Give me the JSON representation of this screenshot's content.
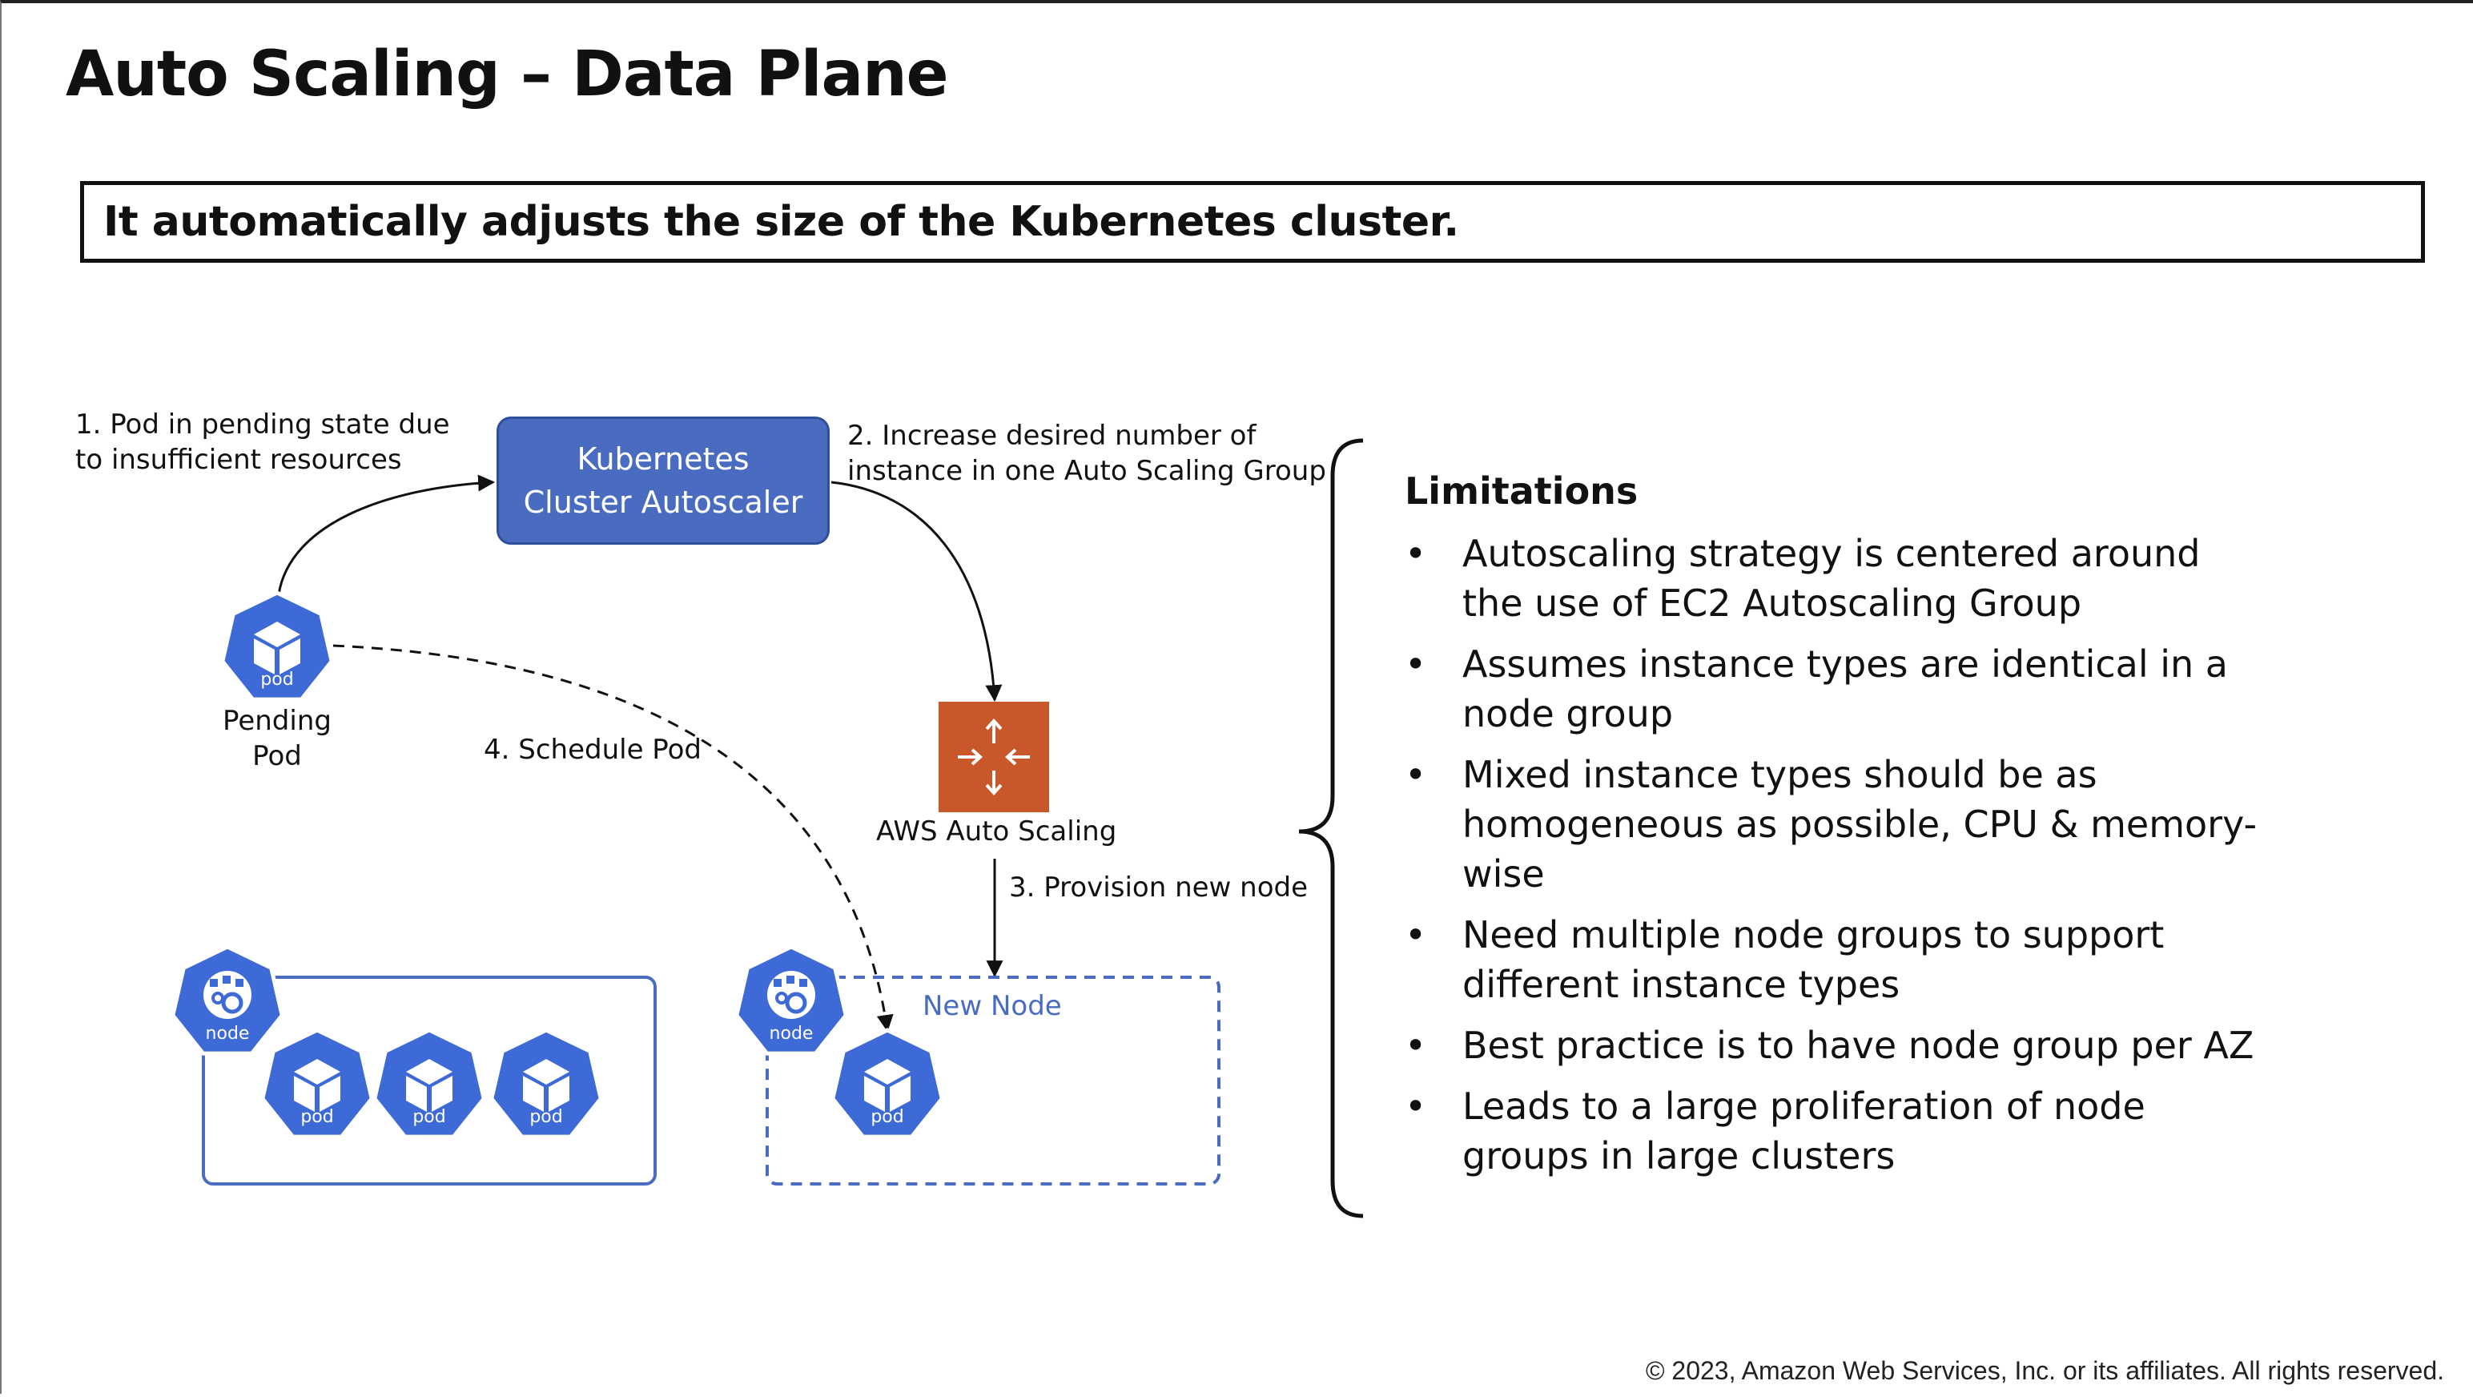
{
  "title": "Auto Scaling – Data Plane",
  "banner": "It automatically adjusts the size of the Kubernetes cluster.",
  "diagram": {
    "step1_line1": "1. Pod in pending state due",
    "step1_line2": "to insufficient resources",
    "autoscaler_line1": "Kubernetes",
    "autoscaler_line2": "Cluster Autoscaler",
    "step2_line1": "2. Increase desired number of",
    "step2_line2": "instance in one Auto Scaling Group",
    "pending_pod_line1": "Pending",
    "pending_pod_line2": "Pod",
    "step4": "4. Schedule Pod",
    "asg_label": "AWS Auto Scaling",
    "step3": "3. Provision new node",
    "new_node": "New Node",
    "node_label": "node",
    "pod_label": "pod",
    "icons": {
      "pod": "kubernetes-pod-heptagon",
      "node": "kubernetes-node-heptagon",
      "asg": "aws-auto-scaling-arrows"
    },
    "colors": {
      "k8s_blue": "#3d6ad6",
      "autoscaler_fill": "#4a6cc0",
      "asg_orange": "#c8582a",
      "new_node_dash": "#4a6cc0",
      "new_node_text": "#4a6cc0"
    }
  },
  "limitations": {
    "title": "Limitations",
    "bullet": "•",
    "items": [
      {
        "line1": "Autoscaling strategy is centered around",
        "line2": "the use of EC2 Autoscaling Group",
        "line3": ""
      },
      {
        "line1": "Assumes instance types are identical in a",
        "line2": "node group",
        "line3": ""
      },
      {
        "line1": "Mixed instance types should be as",
        "line2": "homogeneous as possible, CPU & memory-",
        "line3": "wise"
      },
      {
        "line1": "Need multiple node groups to support",
        "line2": "different instance types",
        "line3": ""
      },
      {
        "line1": "Best practice is to have node group per AZ",
        "line2": "",
        "line3": ""
      },
      {
        "line1": "Leads to a large proliferation of node",
        "line2": "groups in large clusters",
        "line3": ""
      }
    ]
  },
  "copyright": "© 2023, Amazon Web Services, Inc. or its affiliates. All rights reserved."
}
